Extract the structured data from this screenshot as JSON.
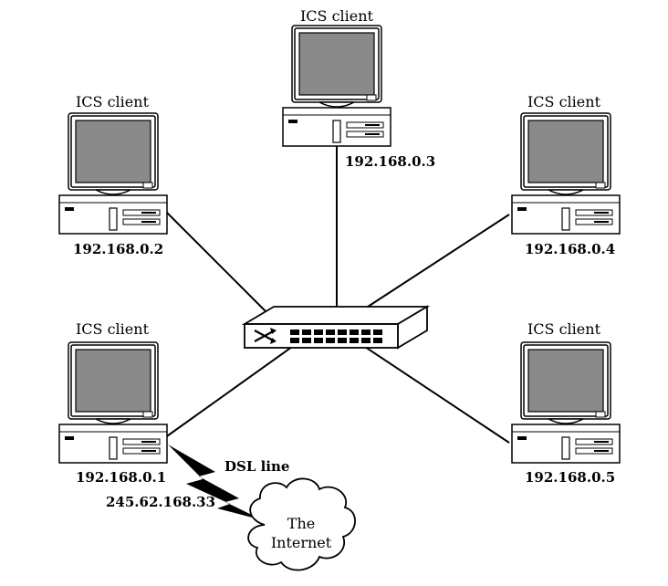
{
  "clients": [
    {
      "id": "top",
      "label": "ICS client",
      "ip": "192.168.0.3"
    },
    {
      "id": "left-upper",
      "label": "ICS client",
      "ip": "192.168.0.2"
    },
    {
      "id": "right-upper",
      "label": "ICS client",
      "ip": "192.168.0.4"
    },
    {
      "id": "left-lower",
      "label": "ICS client",
      "ip": "192.168.0.1",
      "public_ip": "245.62.168.33"
    },
    {
      "id": "right-lower",
      "label": "ICS client",
      "ip": "192.168.0.5"
    }
  ],
  "dsl_label": "DSL line",
  "internet": {
    "line1": "The",
    "line2": "Internet"
  }
}
